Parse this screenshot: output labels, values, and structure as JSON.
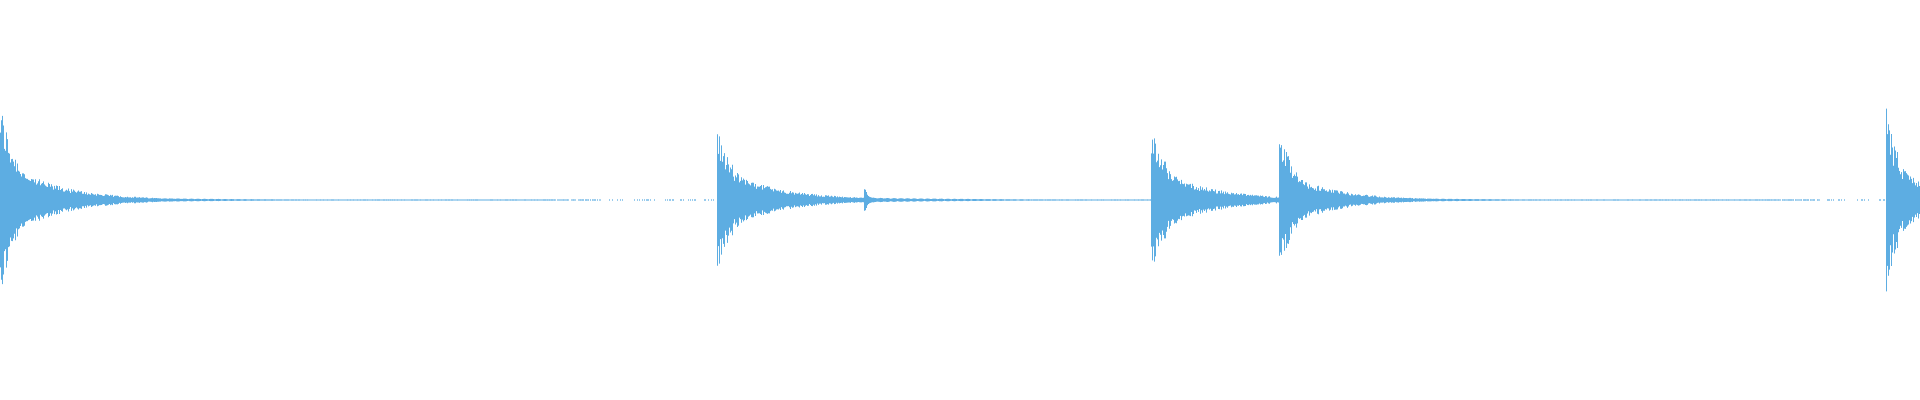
{
  "waveform": {
    "color": "#5dade2",
    "background": "#ffffff",
    "amplitude_range": [
      -1,
      1
    ],
    "duration_fraction_axis": [
      0,
      1
    ],
    "transients": [
      {
        "start": 0.0,
        "peak_amplitude": 0.98,
        "decay": 0.03,
        "ring_amplitude": 0.06
      },
      {
        "start": 0.373,
        "peak_amplitude": 0.78,
        "decay": 0.032,
        "ring_amplitude": 0.07
      },
      {
        "start": 0.45,
        "peak_amplitude": 0.14,
        "decay": 0.006,
        "ring_amplitude": 0.02
      },
      {
        "start": 0.599,
        "peak_amplitude": 0.85,
        "decay": 0.03,
        "ring_amplitude": 0.05
      },
      {
        "start": 0.666,
        "peak_amplitude": 0.72,
        "decay": 0.028,
        "ring_amplitude": 0.05
      },
      {
        "start": 0.982,
        "peak_amplitude": 0.96,
        "decay": 0.025,
        "ring_amplitude": 0.06
      }
    ],
    "noise_floor_amplitude": 0.006
  }
}
